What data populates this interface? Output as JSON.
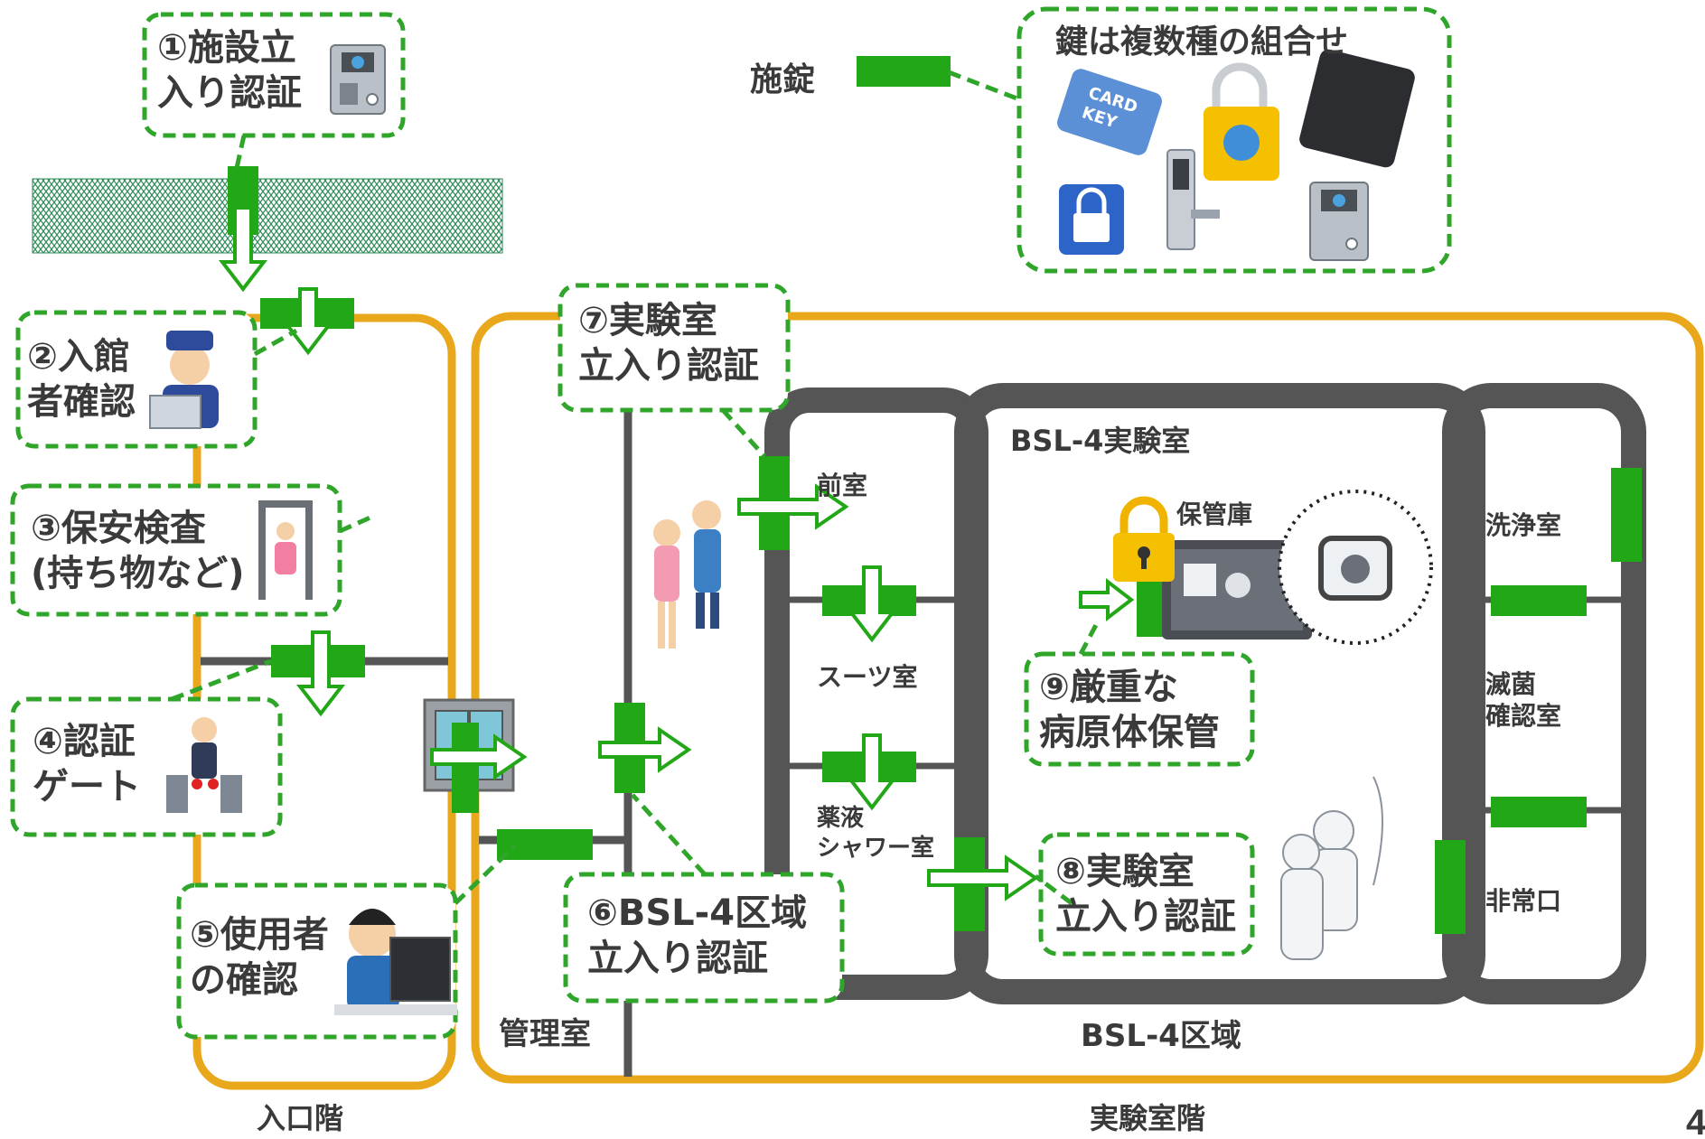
{
  "labels": {
    "step1": "①施設立\n入り認証",
    "step2": "②入館\n者確認",
    "step3": "③保安検査\n(持ち物など)",
    "step4": "④認証\nゲート",
    "step5": "⑤使用者\nの確認",
    "step6": "⑥BSL-4区域\n立入り認証",
    "step7": "⑦実験室\n立入り認証",
    "step8": "⑧実験室\n立入り認証",
    "step9": "⑨厳重な\n病原体保管",
    "lock_legend": "施錠",
    "keys_title": "鍵は複数種の組合せ",
    "card_key": "CARD\nKEY",
    "rooms": {
      "anteroom": "前室",
      "suit_room": "スーツ室",
      "chem_shower": "薬液\nシャワー室",
      "bsl4_lab": "BSL-4実験室",
      "storage": "保管庫",
      "wash_room": "洗浄室",
      "sterilize_room": "滅菌\n確認室",
      "emergency_exit": "非常口",
      "control_room": "管理室",
      "bsl4_zone": "BSL-4区域"
    },
    "floors": {
      "entrance": "入口階",
      "lab": "実験室階"
    },
    "page_number": "4"
  },
  "colors": {
    "orange": "#E9A81C",
    "green": "#22A816",
    "dark": "#555555",
    "mesh": "#2E8B57",
    "dashed": "#2FA52A"
  }
}
